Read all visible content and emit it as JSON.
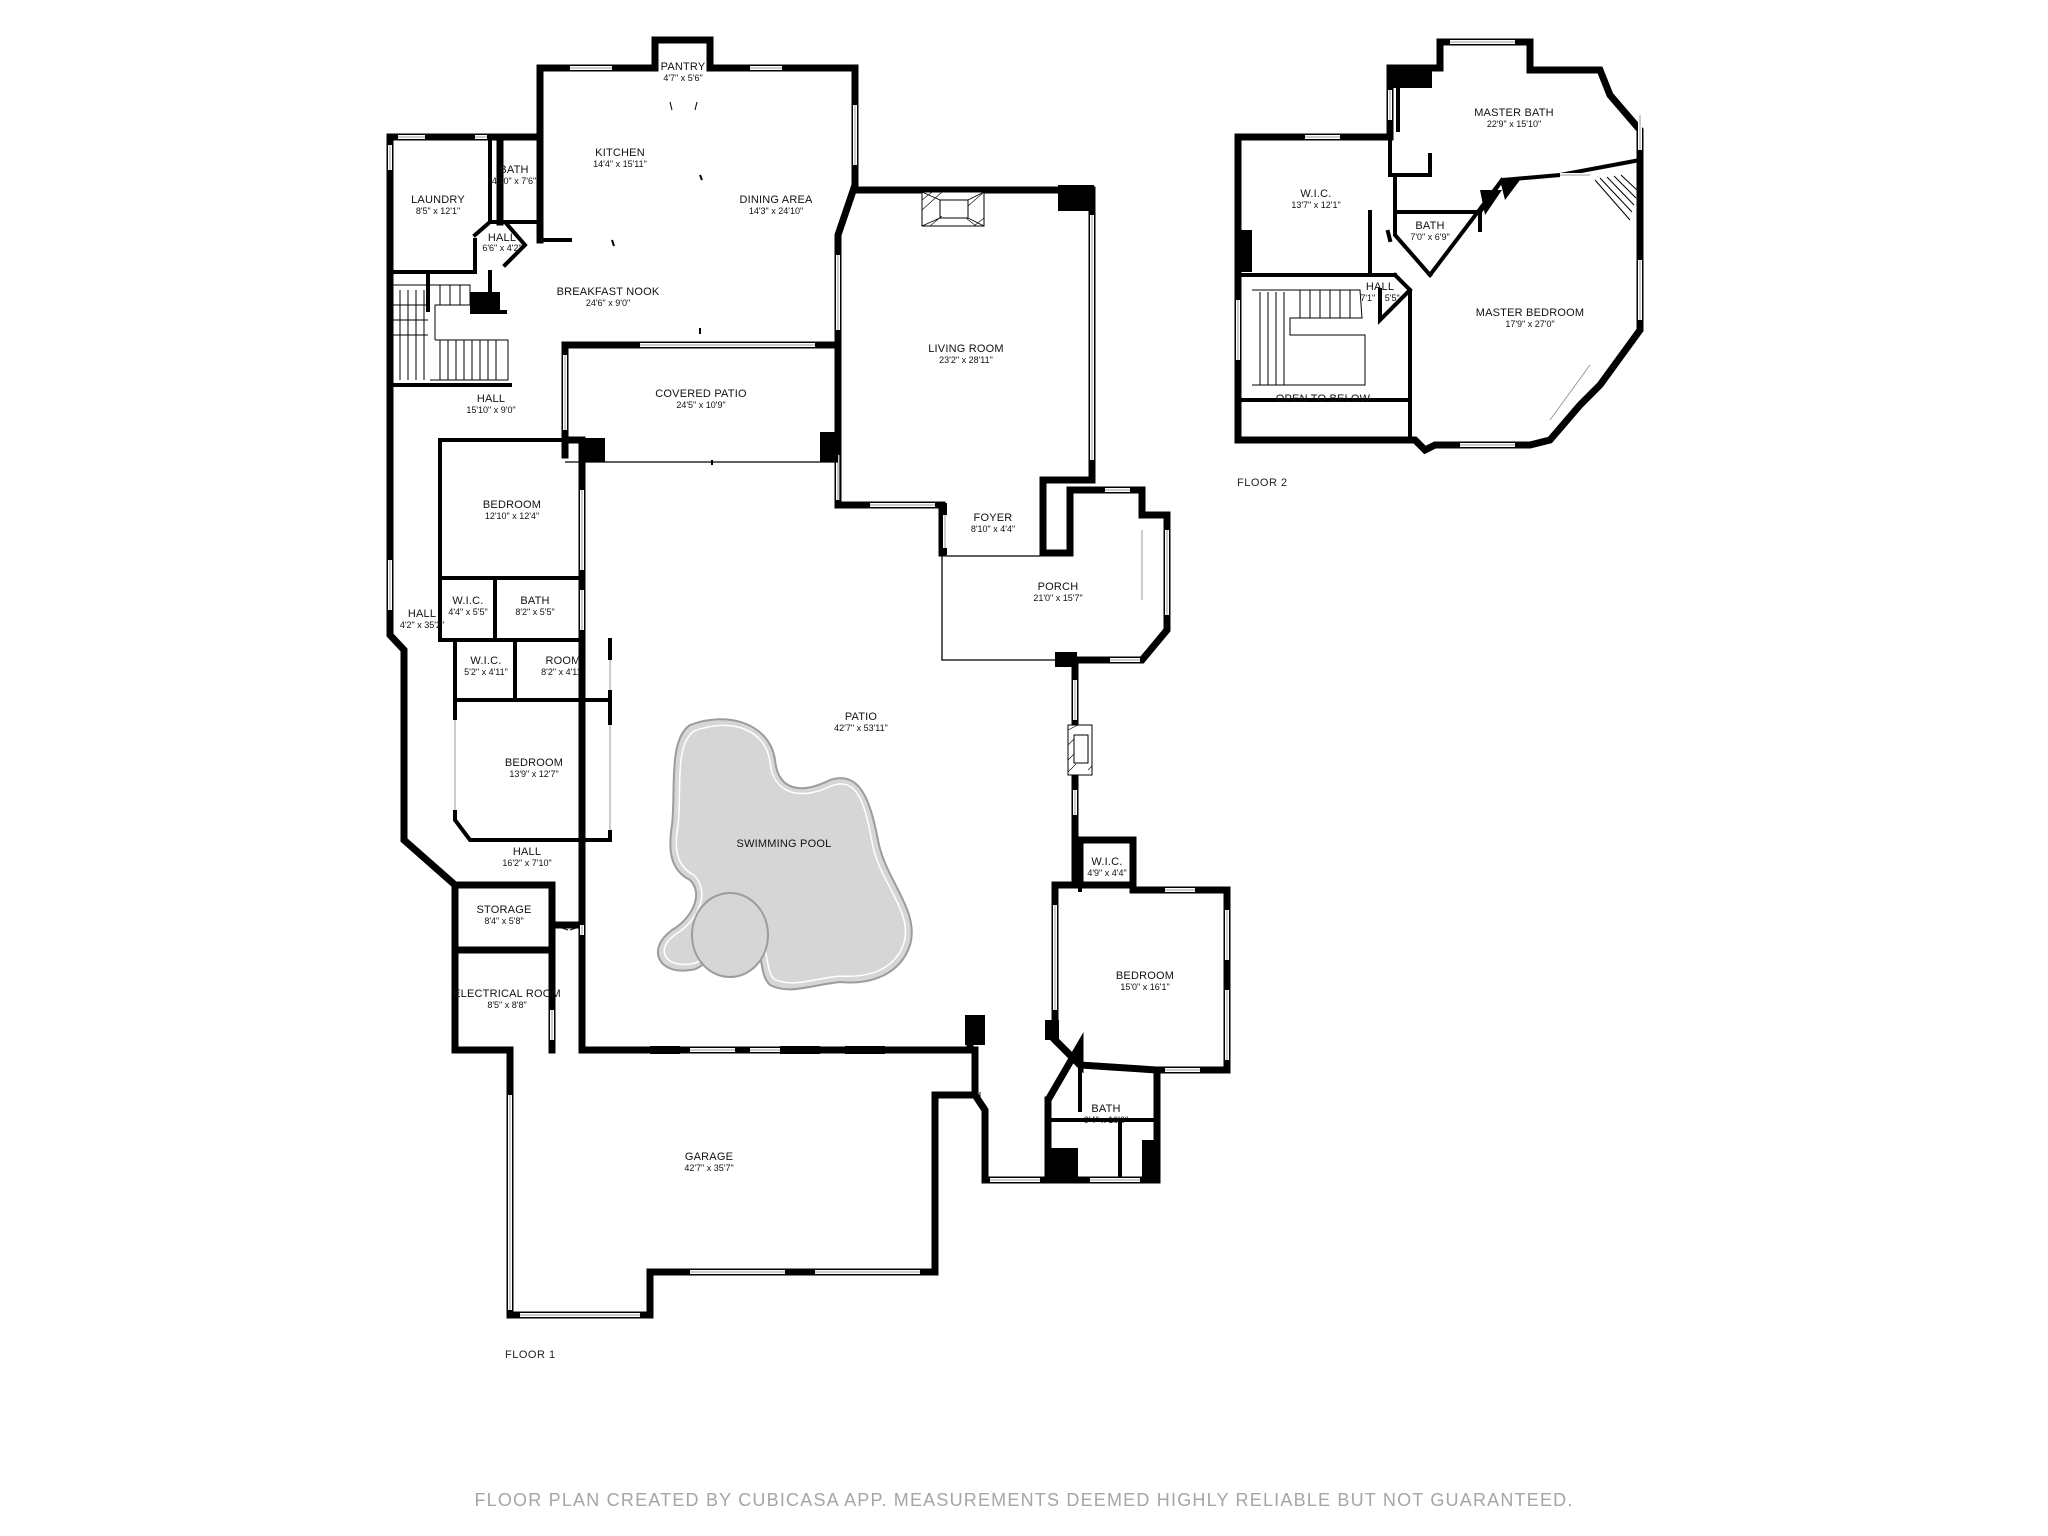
{
  "floors": [
    {
      "label": "FLOOR 1"
    },
    {
      "label": "FLOOR 2"
    }
  ],
  "rooms": [
    {
      "id": "pantry",
      "name": "PANTRY",
      "dim": "4'7\" x 5'6\""
    },
    {
      "id": "kitchen",
      "name": "KITCHEN",
      "dim": "14'4\" x 15'11\""
    },
    {
      "id": "dining",
      "name": "DINING AREA",
      "dim": "14'3\" x 24'10\""
    },
    {
      "id": "laundry",
      "name": "LAUNDRY",
      "dim": "8'5\" x 12'1\""
    },
    {
      "id": "bath1",
      "name": "BATH",
      "dim": "4'10\" x 7'6\""
    },
    {
      "id": "hall1",
      "name": "HALL",
      "dim": "6'6\" x 4'2\""
    },
    {
      "id": "nook",
      "name": "BREAKFAST NOOK",
      "dim": "24'6\" x 9'0\""
    },
    {
      "id": "living",
      "name": "LIVING ROOM",
      "dim": "23'2\" x 28'11\""
    },
    {
      "id": "covpatio",
      "name": "COVERED PATIO",
      "dim": "24'5\" x 10'9\""
    },
    {
      "id": "hall2",
      "name": "HALL",
      "dim": "15'10\" x 9'0\""
    },
    {
      "id": "bed1",
      "name": "BEDROOM",
      "dim": "12'10\" x 12'4\""
    },
    {
      "id": "foyer",
      "name": "FOYER",
      "dim": "8'10\" x 4'4\""
    },
    {
      "id": "porch",
      "name": "PORCH",
      "dim": "21'0\" x 15'7\""
    },
    {
      "id": "wic1",
      "name": "W.I.C.",
      "dim": "4'4\" x 5'5\""
    },
    {
      "id": "bath2",
      "name": "BATH",
      "dim": "8'2\" x 5'5\""
    },
    {
      "id": "hall3",
      "name": "HALL",
      "dim": "4'2\" x 35'2\""
    },
    {
      "id": "wic2",
      "name": "W.I.C.",
      "dim": "5'2\" x 4'11\""
    },
    {
      "id": "room",
      "name": "ROOM",
      "dim": "8'2\" x 4'11\""
    },
    {
      "id": "patio",
      "name": "PATIO",
      "dim": "42'7\" x 53'11\""
    },
    {
      "id": "bed2",
      "name": "BEDROOM",
      "dim": "13'9\" x 12'7\""
    },
    {
      "id": "pool",
      "name": "SWIMMING POOL",
      "dim": ""
    },
    {
      "id": "hall4",
      "name": "HALL",
      "dim": "16'2\" x 7'10\""
    },
    {
      "id": "wic3",
      "name": "W.I.C.",
      "dim": "4'9\" x 4'4\""
    },
    {
      "id": "storage",
      "name": "STORAGE",
      "dim": "8'4\" x 5'8\""
    },
    {
      "id": "bed3",
      "name": "BEDROOM",
      "dim": "15'0\" x 16'1\""
    },
    {
      "id": "elec",
      "name": "ELECTRICAL ROOM",
      "dim": "8'5\" x 8'8\""
    },
    {
      "id": "bath3",
      "name": "BATH",
      "dim": "9'4\" x 10'0\""
    },
    {
      "id": "garage",
      "name": "GARAGE",
      "dim": "42'7\" x 35'7\""
    },
    {
      "id": "masterbath",
      "name": "MASTER BATH",
      "dim": "22'9\" x 15'10\""
    },
    {
      "id": "wic4",
      "name": "W.I.C.",
      "dim": "13'7\" x 12'1\""
    },
    {
      "id": "bath4",
      "name": "BATH",
      "dim": "7'0\" x 6'9\""
    },
    {
      "id": "hall5",
      "name": "HALL",
      "dim": "7'1\" x 5'5\""
    },
    {
      "id": "masterbed",
      "name": "MASTER BEDROOM",
      "dim": "17'9\" x 27'0\""
    },
    {
      "id": "below",
      "name": "OPEN TO BELOW",
      "dim": ""
    }
  ],
  "footer": "FLOOR PLAN CREATED BY CUBICASA APP. MEASUREMENTS DEEMED HIGHLY RELIABLE BUT NOT GUARANTEED."
}
